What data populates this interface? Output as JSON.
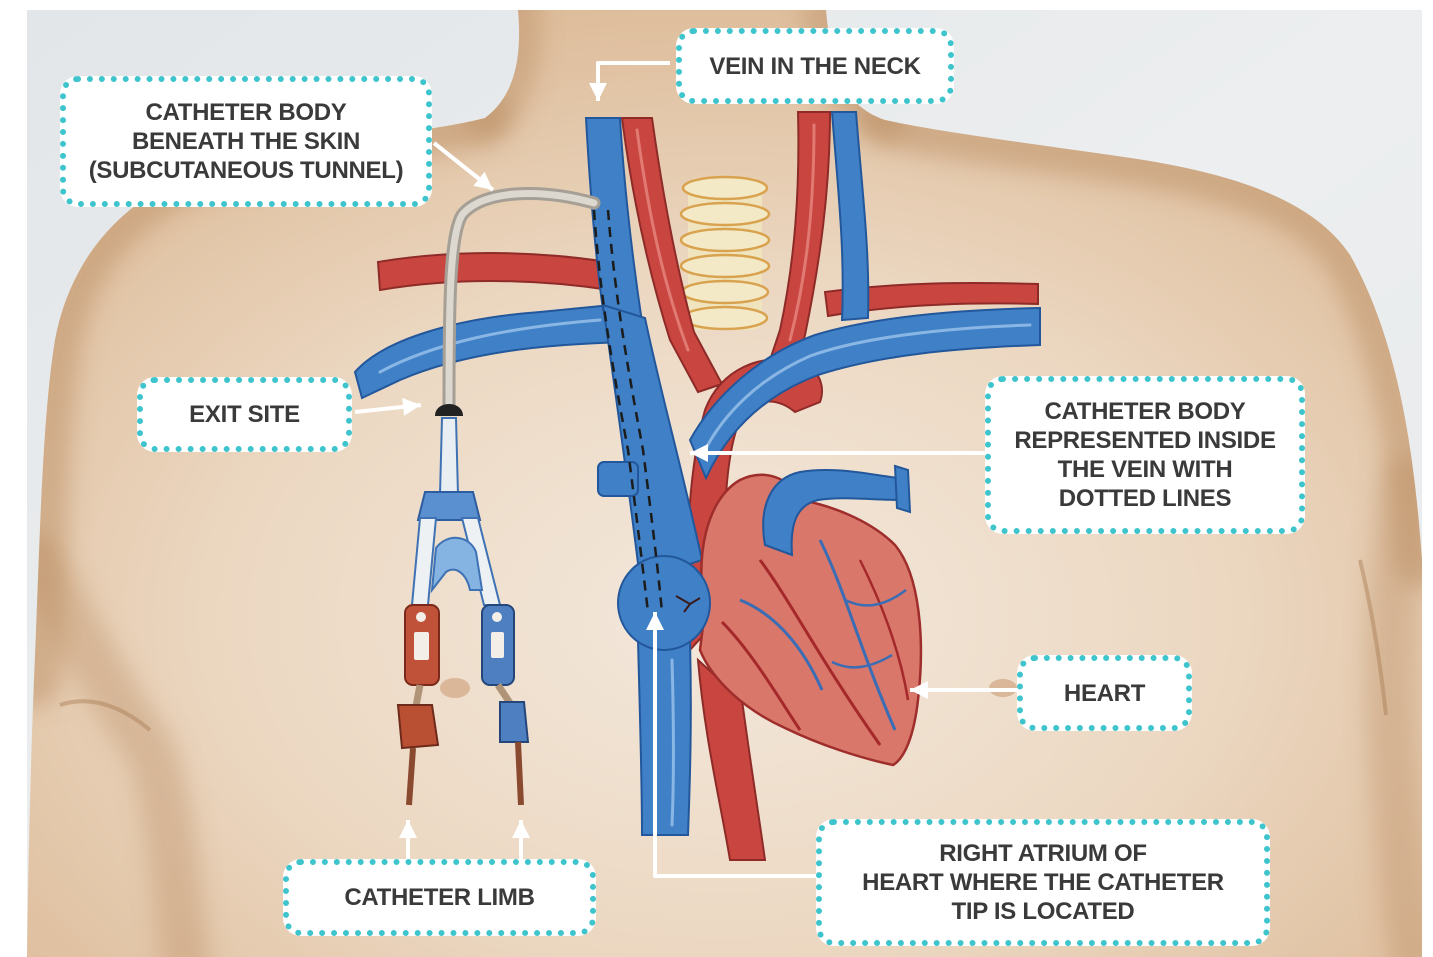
{
  "labels": {
    "vein_in_the_neck": [
      "VEIN IN THE NECK"
    ],
    "catheter_body_tunnel": [
      "CATHETER BODY",
      "BENEATH THE SKIN",
      "(SUBCUTANEOUS TUNNEL)"
    ],
    "exit_site": [
      "EXIT SITE"
    ],
    "catheter_body_in_vein": [
      "CATHETER BODY",
      "REPRESENTED INSIDE",
      "THE VEIN WITH",
      "DOTTED LINES"
    ],
    "heart": [
      "HEART"
    ],
    "catheter_limb": [
      "CATHETER LIMB"
    ],
    "right_atrium": [
      "RIGHT ATRIUM OF",
      "HEART WHERE THE CATHETER",
      "TIP IS LOCATED"
    ]
  },
  "colors": {
    "label_border": "#3ec4cc",
    "label_text": "#3a3a3a",
    "arrow": "#ffffff",
    "vein": "#3f80c6",
    "vein_dark": "#23579b",
    "artery": "#c9453f",
    "artery_dark": "#8e2b28"
  }
}
